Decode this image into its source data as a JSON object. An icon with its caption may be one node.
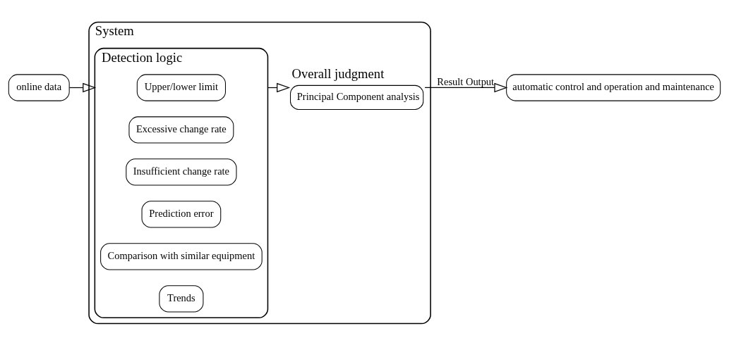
{
  "diagram": {
    "nodes": [
      {
        "text": [
          "online data"
        ]
      },
      {
        "text": [
          "System"
        ]
      },
      {
        "text": [
          "Detection logic"
        ],
        "in": 1
      },
      {
        "text": [
          "Upper/lower limit"
        ],
        "in": 2
      },
      {
        "text": [
          "Excessive change rate"
        ],
        "in": 2
      },
      {
        "text": [
          "Insufficient change rate"
        ],
        "in": 2
      },
      {
        "text": [
          "Prediction error"
        ],
        "in": 2
      },
      {
        "text": [
          "Comparison with similar equipment"
        ],
        "in": 2
      },
      {
        "text": [
          "Trends"
        ],
        "in": 2
      },
      {
        "text": [
          "Overall judgment",
          "Principal Component analysis"
        ],
        "in": 1
      },
      {
        "text": [
          "automatic control and operation and maintenance"
        ]
      }
    ],
    "edges": [
      {
        "from": 0,
        "to": 2,
        "arrow": "to"
      },
      {
        "from": 2,
        "to": 9,
        "arrow": "to"
      },
      {
        "from": 9,
        "to": 10,
        "label": "Result Output",
        "arrow": "to"
      }
    ]
  }
}
